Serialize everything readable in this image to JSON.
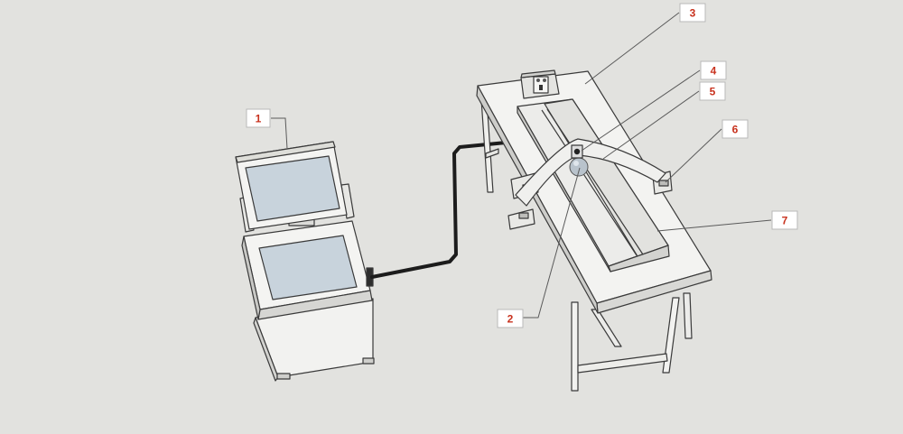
{
  "diagram": {
    "background_color": "#e2e2df",
    "label_color": "#c8321e",
    "callouts": [
      {
        "id": "c1",
        "label": "1"
      },
      {
        "id": "c2",
        "label": "2"
      },
      {
        "id": "c3",
        "label": "3"
      },
      {
        "id": "c4",
        "label": "4"
      },
      {
        "id": "c5",
        "label": "5"
      },
      {
        "id": "c6",
        "label": "6"
      },
      {
        "id": "c7",
        "label": "7"
      }
    ]
  }
}
